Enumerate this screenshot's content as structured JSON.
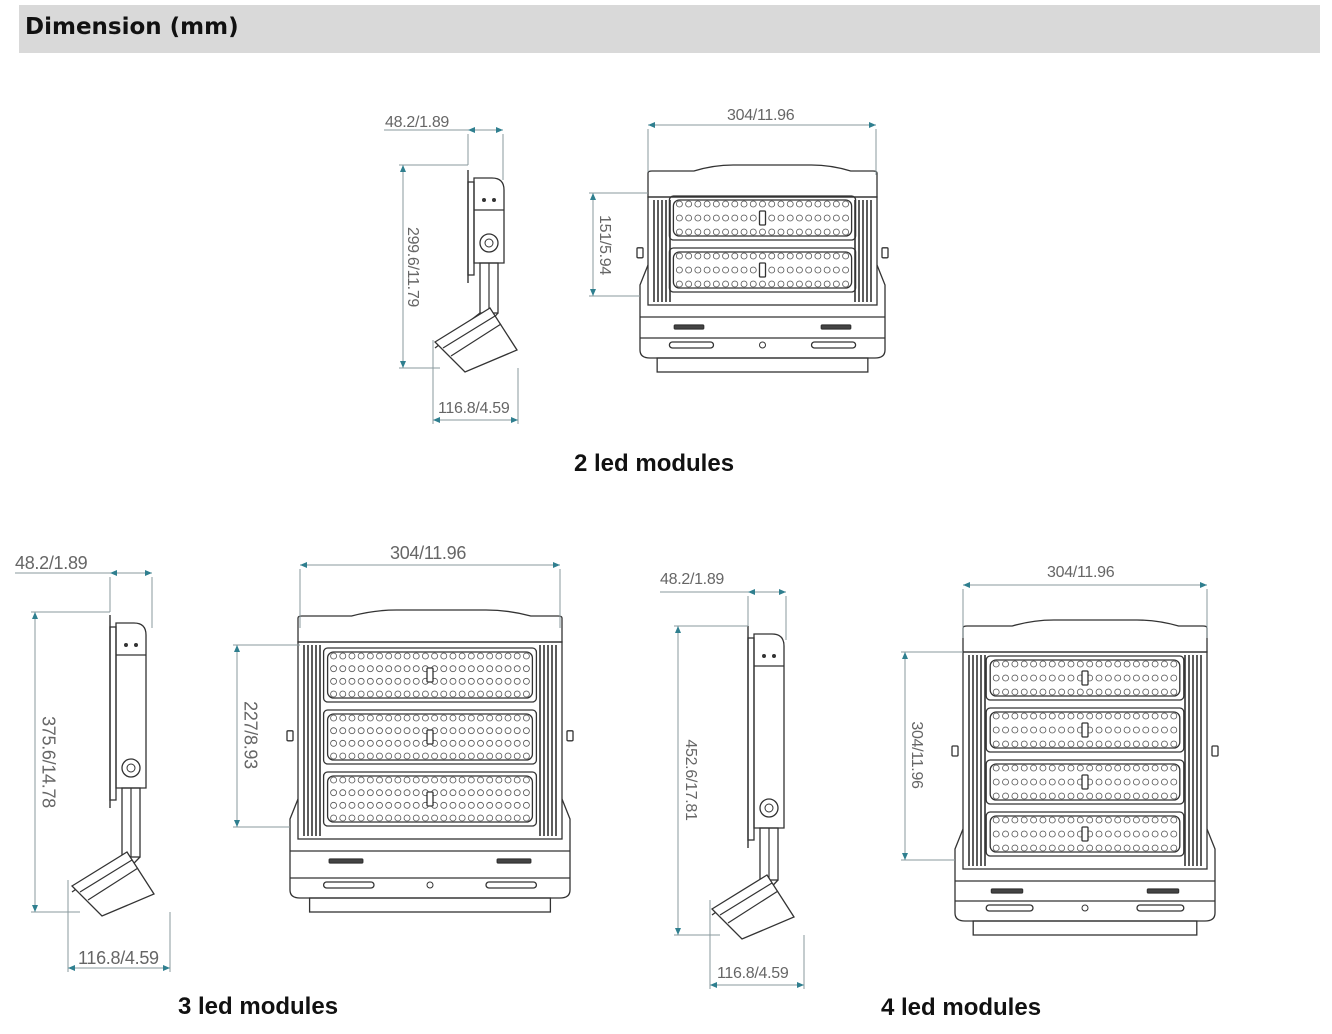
{
  "header": {
    "title": "Dimension (mm)"
  },
  "figures": [
    {
      "caption": "2 led modules",
      "modules": 2,
      "side": {
        "depth": "48.2/1.89",
        "height": "299.6/11.79",
        "projection": "116.8/4.59"
      },
      "front": {
        "width": "304/11.96",
        "module_height": "151/5.94"
      }
    },
    {
      "caption": "3 led modules",
      "modules": 3,
      "side": {
        "depth": "48.2/1.89",
        "height": "375.6/14.78",
        "projection": "116.8/4.59"
      },
      "front": {
        "width": "304/11.96",
        "module_height": "227/8.93"
      }
    },
    {
      "caption": "4 led modules",
      "modules": 4,
      "side": {
        "depth": "48.2/1.89",
        "height": "452.6/17.81",
        "projection": "116.8/4.59"
      },
      "front": {
        "width": "304/11.96",
        "module_height": "304/11.96"
      }
    }
  ],
  "colors": {
    "line": "#333333",
    "dimension": "#8a9a9e",
    "arrow": "#2f7f8f",
    "header_bg": "#d9d9d9"
  }
}
